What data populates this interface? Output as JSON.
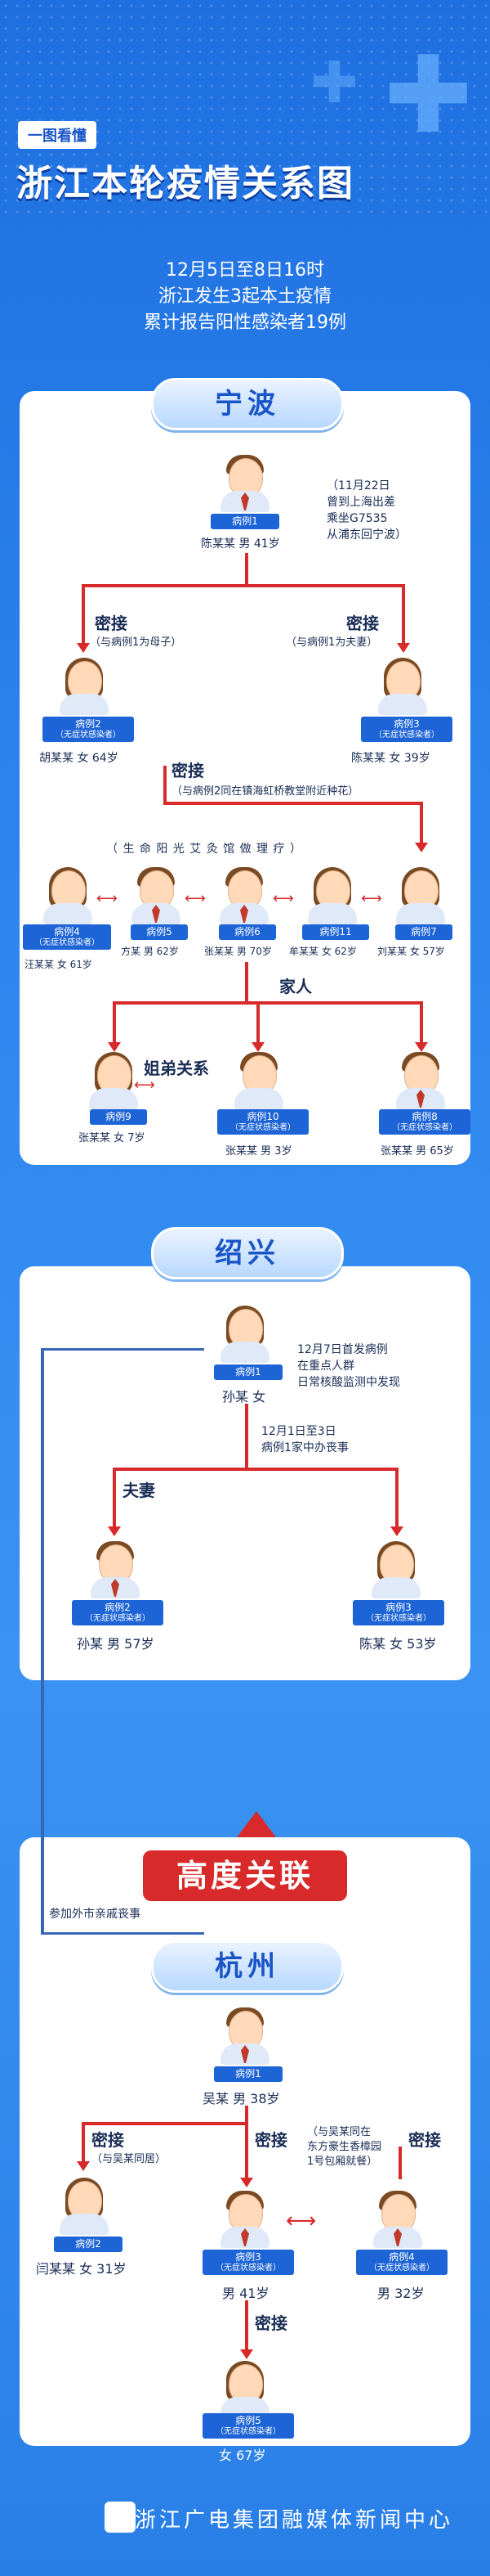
{
  "header": {
    "tag": "一图看懂",
    "title": "浙江本轮疫情关系图",
    "line1": "12月5日至8日16时",
    "line2": "浙江发生3起本土疫情",
    "line3": "累计报告阳性感染者19例"
  },
  "ningbo": {
    "title": "宁波",
    "c1": {
      "label": "病例1",
      "name": "陈某某 男 41岁"
    },
    "c1_note": [
      "（11月22日",
      "曾到上海出差",
      "乘坐G7535",
      "从浦东回宁波）"
    ],
    "rel_left": "密接",
    "rel_left_sub": "（与病例1为母子）",
    "rel_right": "密接",
    "rel_right_sub": "（与病例1为夫妻）",
    "c2": {
      "label": "病例2",
      "sub": "（无症状感染者）",
      "name": "胡某某 女 64岁"
    },
    "c3": {
      "label": "病例3",
      "sub": "（无症状感染者）",
      "name": "陈某某 女 39岁"
    },
    "rel_mid": "密接",
    "rel_mid_sub": "（与病例2同在镇海虹桥教堂附近种花）",
    "group_note": "（ 生 命 阳 光 艾 灸 馆 做 理 疗 ）",
    "c4": {
      "label": "病例4",
      "sub": "（无症状感染者）",
      "name": "汪某某 女 61岁"
    },
    "c5": {
      "label": "病例5",
      "name": "方某 男 62岁"
    },
    "c6": {
      "label": "病例6",
      "name": "张某某 男 70岁"
    },
    "c11": {
      "label": "病例11",
      "name": "牟某某 女 62岁"
    },
    "c7": {
      "label": "病例7",
      "name": "刘某某 女 57岁"
    },
    "rel_family": "家人",
    "rel_sibling": "姐弟关系",
    "c9": {
      "label": "病例9",
      "name": "张某某 女 7岁"
    },
    "c10": {
      "label": "病例10",
      "sub": "（无症状感染者）",
      "name": "张某某 男 3岁"
    },
    "c8": {
      "label": "病例8",
      "sub": "（无症状感染者）",
      "name": "张某某 男 65岁"
    }
  },
  "shaoxing": {
    "title": "绍兴",
    "c1": {
      "label": "病例1",
      "name": "孙某 女"
    },
    "note1": [
      "12月7日首发病例",
      "在重点人群",
      "日常核酸监测中发现"
    ],
    "note2": [
      "12月1日至3日",
      "病例1家中办丧事"
    ],
    "rel": "夫妻",
    "c2": {
      "label": "病例2",
      "sub": "（无症状感染者）",
      "name": "孙某 男 57岁"
    },
    "c3": {
      "label": "病例3",
      "sub": "（无症状感染者）",
      "name": "陈某 女 53岁"
    }
  },
  "link": "高度关联",
  "hangzhou": {
    "title": "杭州",
    "note": "参加外市亲戚丧事",
    "c1": {
      "label": "病例1",
      "name": "吴某 男 38岁"
    },
    "rel_a": "密接",
    "rel_a_sub": "（与吴某同居）",
    "rel_b": "密接",
    "rel_b_sub": [
      "（与吴某同在",
      "东方豪生香樟园",
      "1号包厢就餐）"
    ],
    "rel_c": "密接",
    "c2": {
      "label": "病例2",
      "name": "闫某某 女 31岁"
    },
    "c3": {
      "label": "病例3",
      "sub": "（无症状感染者）",
      "name": "男 41岁"
    },
    "c4": {
      "label": "病例4",
      "sub": "（无症状感染者）",
      "name": "男 32岁"
    },
    "rel_d": "密接",
    "c5": {
      "label": "病例5",
      "sub": "（无症状感染者）",
      "name": "女 67岁"
    }
  },
  "footer": "浙江广电集团融媒体新闻中心",
  "colors": {
    "bg": "#2d86ee",
    "accent": "#d82a2a",
    "badge": "#1d64d6"
  }
}
